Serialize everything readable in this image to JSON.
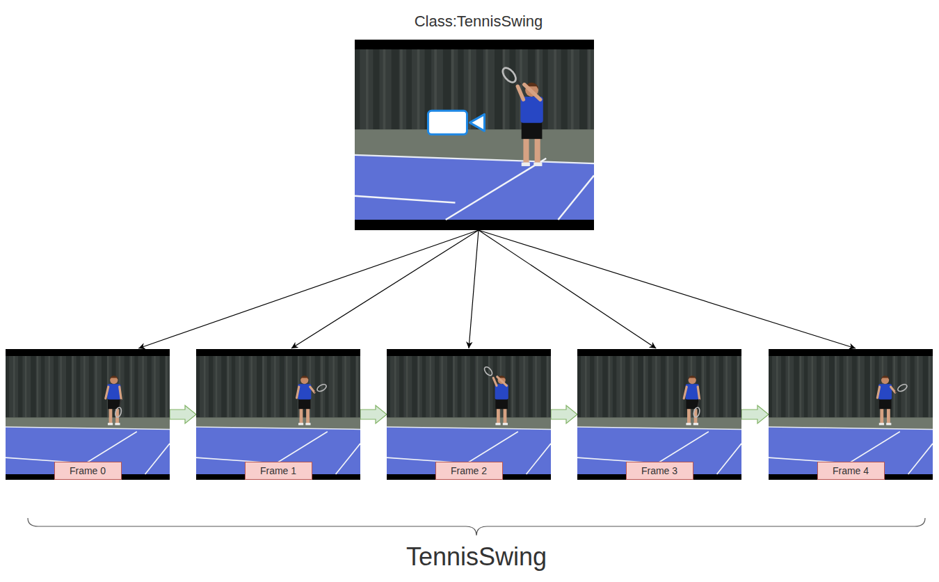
{
  "diagram": {
    "nodes": [
      {
        "text": [
          "Class:TennisSwing"
        ]
      },
      {
        "text": [
          "Frame 0"
        ]
      },
      {
        "text": [
          "Frame 1"
        ]
      },
      {
        "text": [
          "Frame 2"
        ]
      },
      {
        "text": [
          "Frame 3"
        ]
      },
      {
        "text": [
          "Frame 4"
        ]
      }
    ],
    "edges": [
      {
        "from": 0,
        "to": 1,
        "arrow": "to"
      },
      {
        "from": 0,
        "to": 2,
        "arrow": "to"
      },
      {
        "from": 0,
        "to": 3,
        "arrow": "to"
      },
      {
        "from": 0,
        "to": 4,
        "arrow": "to"
      },
      {
        "from": 0,
        "to": 5,
        "arrow": "to"
      },
      {
        "from": 1,
        "to": 2,
        "arrow": "to"
      },
      {
        "from": 2,
        "to": 3,
        "arrow": "to"
      },
      {
        "from": 3,
        "to": 4,
        "arrow": "to"
      },
      {
        "from": 4,
        "to": 5,
        "arrow": "to"
      }
    ],
    "labels": [
      "TennisSwing"
    ]
  }
}
